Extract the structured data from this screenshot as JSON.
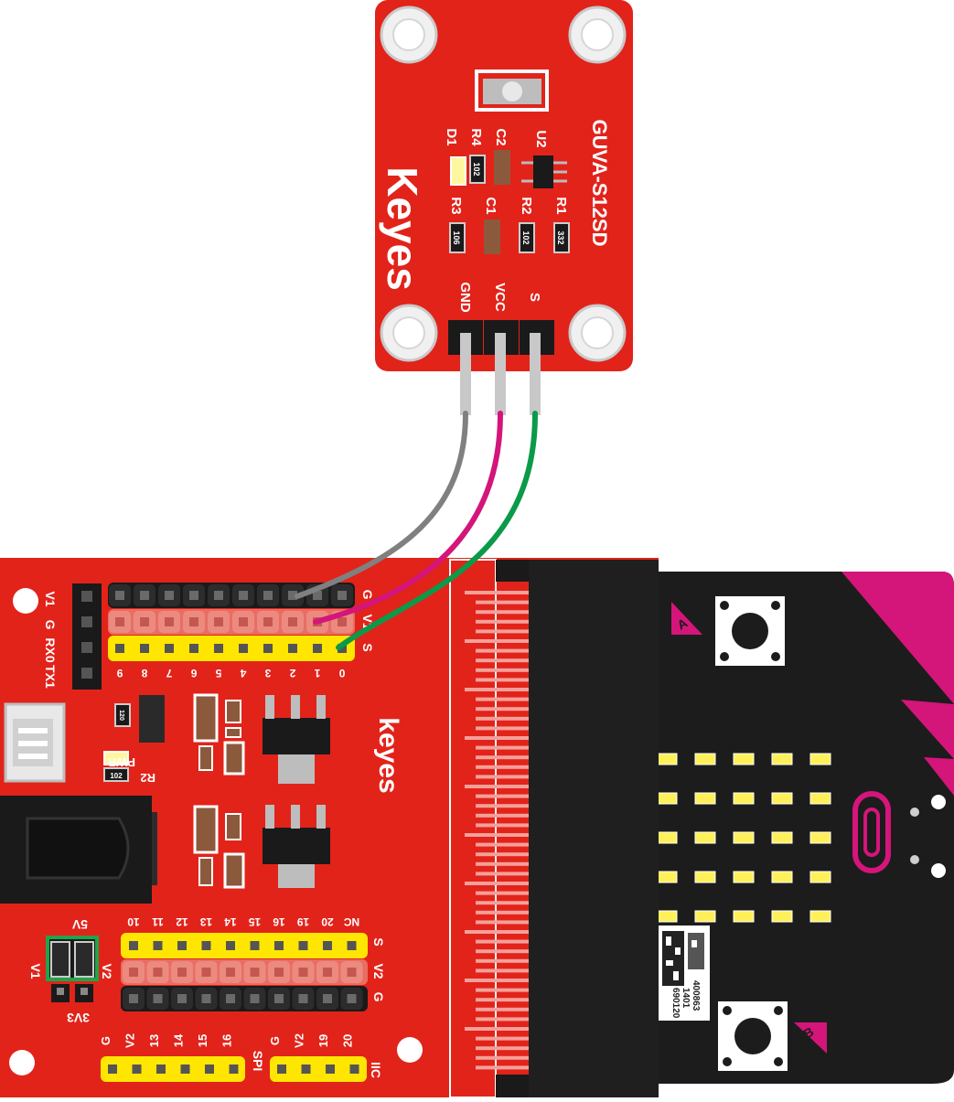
{
  "sensor": {
    "brand": "Keyes",
    "model": "GUVA-S12SD",
    "pins": [
      "GND",
      "VCC",
      "S"
    ],
    "components": {
      "d1": "D1",
      "r4": "R4",
      "c2": "C2",
      "u2": "U2",
      "r3": "R3",
      "c1": "C1",
      "r2": "R2",
      "r1": "R1",
      "r4_code": "102",
      "r3_code": "106",
      "r2_code": "102",
      "r1_code": "332"
    }
  },
  "shield": {
    "brand": "keyes",
    "top_header_labels": [
      "V1",
      "G",
      "RX0",
      "TX1"
    ],
    "row_labels_top": [
      "G",
      "V1",
      "S"
    ],
    "pin_numbers_top": [
      "9",
      "8",
      "7",
      "6",
      "5",
      "4",
      "3",
      "2",
      "1",
      "0"
    ],
    "pwr_label": "PWR",
    "r2_label": "R2",
    "r2_code": "102",
    "r_code_small": "120",
    "jumper_top": "5V",
    "jumper_bottom": "3V3",
    "jumper_v1": "V1",
    "jumper_v2": "V2",
    "pin_numbers_bottom": [
      "10",
      "11",
      "12",
      "13",
      "14",
      "15",
      "16",
      "19",
      "20",
      "NC"
    ],
    "row_labels_bottom": [
      "S",
      "V2",
      "G"
    ],
    "bottom_left_labels": [
      "G",
      "V2",
      "13",
      "14",
      "15",
      "16"
    ],
    "spi_label": "SPI",
    "bottom_right_labels": [
      "G",
      "V2",
      "19",
      "20"
    ],
    "iic_label": "IIC"
  },
  "microbit": {
    "button_a": "A",
    "button_b": "B",
    "qr_lines": [
      "400863",
      "1401",
      "690120"
    ]
  },
  "wires": [
    {
      "name": "gnd-wire",
      "color": "#808080"
    },
    {
      "name": "vcc-wire",
      "color": "#d4157a"
    },
    {
      "name": "signal-wire",
      "color": "#0a9a4a"
    }
  ],
  "colors": {
    "board_red": "#e2231a",
    "header_black": "#1a1a1a",
    "header_yellow": "#ffe600",
    "microbit_black": "#1c1c1c",
    "microbit_magenta": "#d4157a",
    "led_yellow": "#fff05a"
  }
}
